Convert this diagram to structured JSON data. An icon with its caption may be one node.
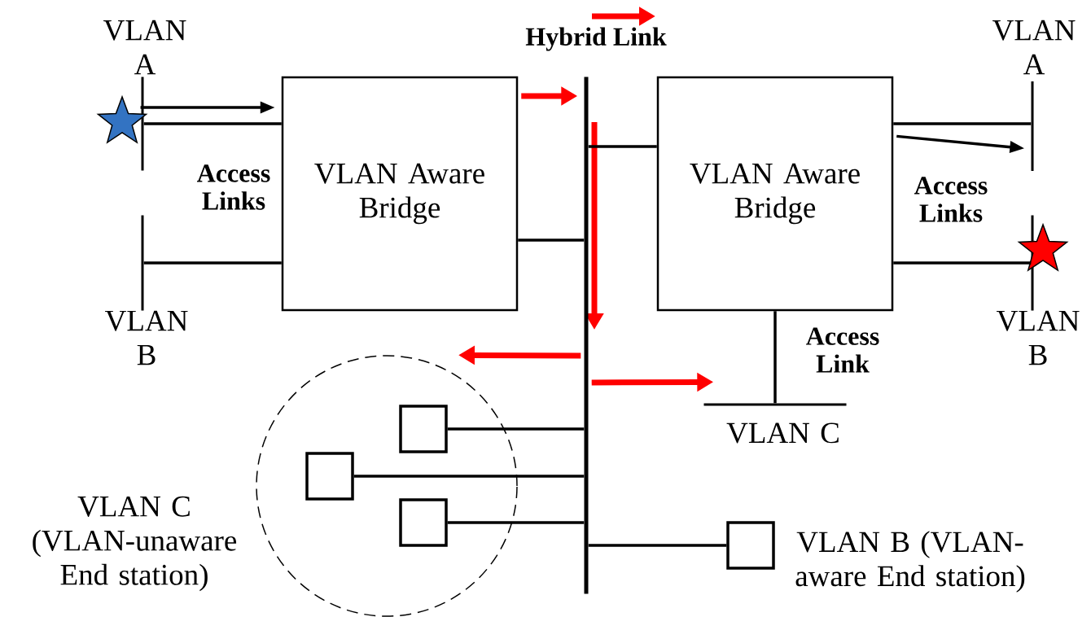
{
  "diagram": {
    "nodes": [
      {
        "text": [
          "VLAN Aware Bridge"
        ]
      },
      {
        "text": [
          "VLAN Aware Bridge"
        ]
      },
      {
        "text": [
          "Hybrid Link"
        ]
      },
      {
        "text": [
          "VLAN A"
        ]
      },
      {
        "text": [
          "VLAN B"
        ]
      },
      {
        "text": [
          "VLAN A"
        ]
      },
      {
        "text": [
          "VLAN B"
        ]
      },
      {
        "text": [
          "VLAN C"
        ]
      },
      {
        "text": [],
        "shape": "circle",
        "beside": [
          "VLAN C (VLAN-unaware End station)"
        ]
      },
      {
        "text": [],
        "shape": "box",
        "in": 8
      },
      {
        "text": [],
        "shape": "box",
        "in": 8
      },
      {
        "text": [],
        "shape": "box",
        "in": 8
      },
      {
        "text": [],
        "shape": "box",
        "beside": [
          "VLAN B (VLAN-aware End station)"
        ]
      },
      {
        "text": [],
        "shape": "star"
      },
      {
        "text": [],
        "shape": "star"
      }
    ],
    "edges": [
      {
        "from": 3,
        "to": 0,
        "arrow": "none"
      },
      {
        "from": 4,
        "to": 0,
        "arrow": "none"
      },
      {
        "from": 0,
        "to": 2,
        "arrow": "none"
      },
      {
        "from": 2,
        "to": 1,
        "arrow": "none"
      },
      {
        "from": 1,
        "to": 5,
        "arrow": "none"
      },
      {
        "from": 1,
        "to": 6,
        "arrow": "none"
      },
      {
        "from": 1,
        "to": 7,
        "arrow": "none",
        "label": "Access Link"
      },
      {
        "from": 9,
        "to": 2,
        "arrow": "none"
      },
      {
        "from": 10,
        "to": 2,
        "arrow": "none"
      },
      {
        "from": 11,
        "to": 2,
        "arrow": "none"
      },
      {
        "from": 12,
        "to": 2,
        "arrow": "none"
      },
      {
        "from": 13,
        "to": 0,
        "arrow": "to"
      },
      {
        "from": 0,
        "to": 2,
        "arrow": "to",
        "style": "thick",
        "color": "#ff0000"
      },
      {
        "from": 2,
        "to": 8,
        "arrow": "to",
        "style": "thick",
        "color": "#ff0000"
      },
      {
        "from": 2,
        "to": 7,
        "arrow": "to",
        "style": "thick",
        "color": "#ff0000"
      },
      {
        "from": 1,
        "to": 5,
        "arrow": "to"
      }
    ],
    "labels": [
      "Access Links",
      "Access Links"
    ]
  }
}
